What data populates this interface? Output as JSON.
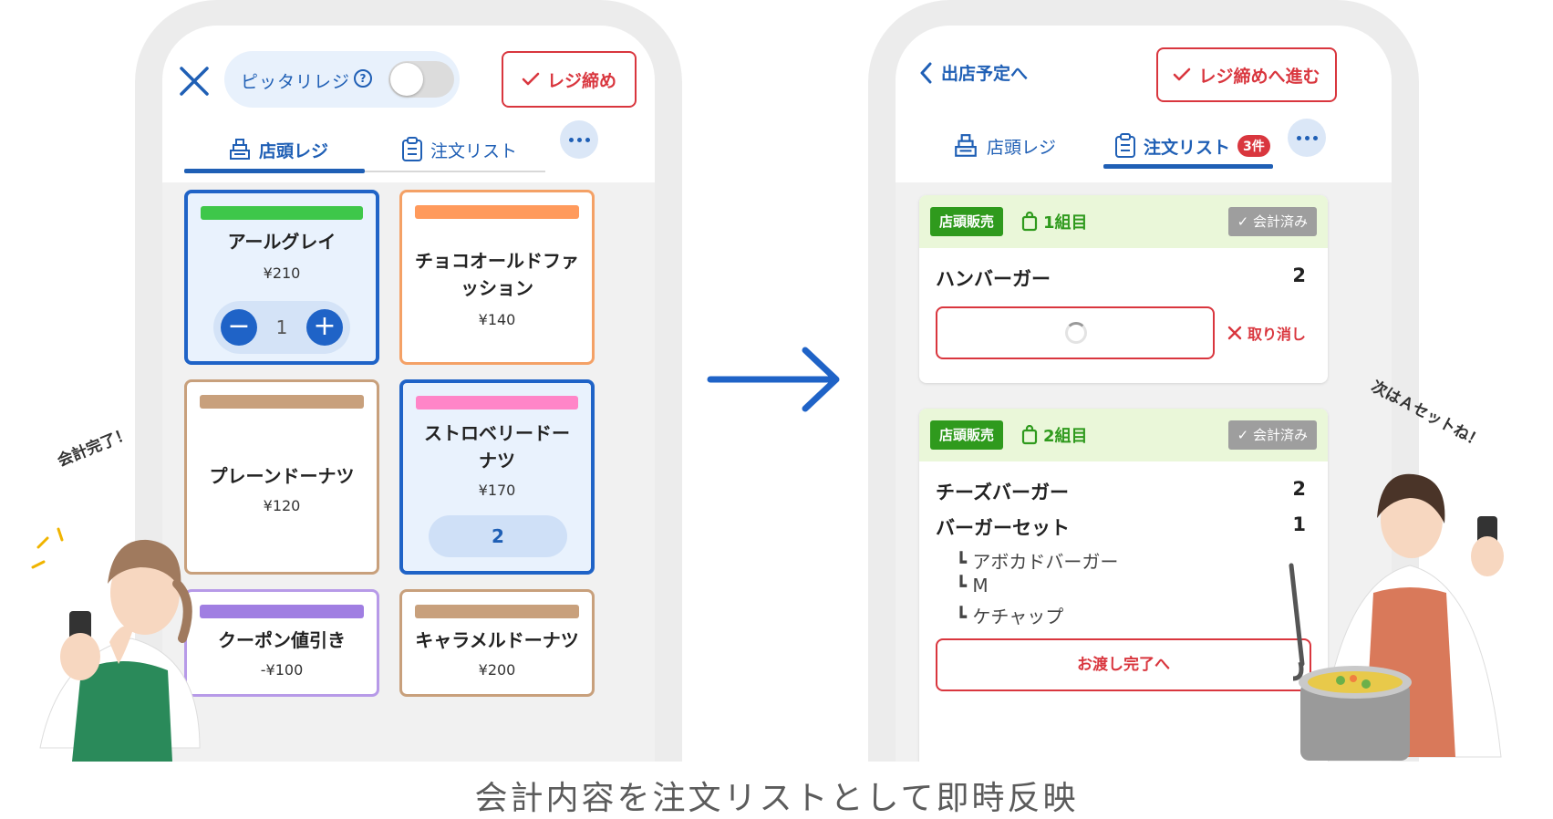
{
  "left_screen": {
    "pitta_label": "ピッタリレジ",
    "help_symbol": "?",
    "close_register_label": "レジ締め",
    "tabs": [
      {
        "label": "店頭レジ",
        "active": true
      },
      {
        "label": "注文リスト",
        "active": false
      }
    ],
    "products": [
      {
        "name": "アールグレイ",
        "price": "¥210",
        "bar_color": "#3ec74a",
        "selected": true,
        "stepper_value": "1"
      },
      {
        "name": "チョコオールドファッション",
        "name_lines": [
          "チョコオールドファ",
          "ッション"
        ],
        "price": "¥140",
        "bar_color": "#ff9a5c",
        "selected": false
      },
      {
        "name": "プレーンドーナツ",
        "price": "¥120",
        "bar_color": "#c8a07c",
        "selected": false
      },
      {
        "name": "ストロベリードーナツ",
        "name_lines": [
          "ストロベリードー",
          "ナツ"
        ],
        "price": "¥170",
        "bar_color": "#ff85c8",
        "selected": true,
        "quantity": "2"
      },
      {
        "name": "クーポン値引き",
        "price": "-¥100",
        "bar_color": "#a07ee2",
        "selected": false
      },
      {
        "name": "キャラメルドーナツ",
        "price": "¥200",
        "bar_color": "#c8a07c",
        "selected": false
      }
    ]
  },
  "right_screen": {
    "back_label": "出店予定へ",
    "proceed_label": "レジ締めへ進む",
    "tabs": [
      {
        "label": "店頭レジ",
        "active": false
      },
      {
        "label": "注文リスト",
        "active": true,
        "badge": "3件"
      }
    ],
    "orders": [
      {
        "tag": "店頭販売",
        "group": "1組目",
        "status": "会計済み",
        "items": [
          {
            "name": "ハンバーガー",
            "qty": "2"
          }
        ],
        "cancel_label": "取り消し"
      },
      {
        "tag": "店頭販売",
        "group": "2組目",
        "status": "会計済み",
        "items": [
          {
            "name": "チーズバーガー",
            "qty": "2"
          },
          {
            "name": "バーガーセット",
            "qty": "1"
          }
        ],
        "sub_items": [
          "アボカドバーガー",
          "M",
          "ケチャップ"
        ],
        "action_label": "お渡し完了へ"
      }
    ]
  },
  "speech_left": "会計完了！",
  "speech_right": "次はＡセットね！",
  "caption": "会計内容を注文リストとして即時反映",
  "colors": {
    "accent_blue": "#1f63c7",
    "danger_red": "#d9363e",
    "success_green": "#2f9a1d",
    "muted_gray": "#9e9e9e"
  }
}
